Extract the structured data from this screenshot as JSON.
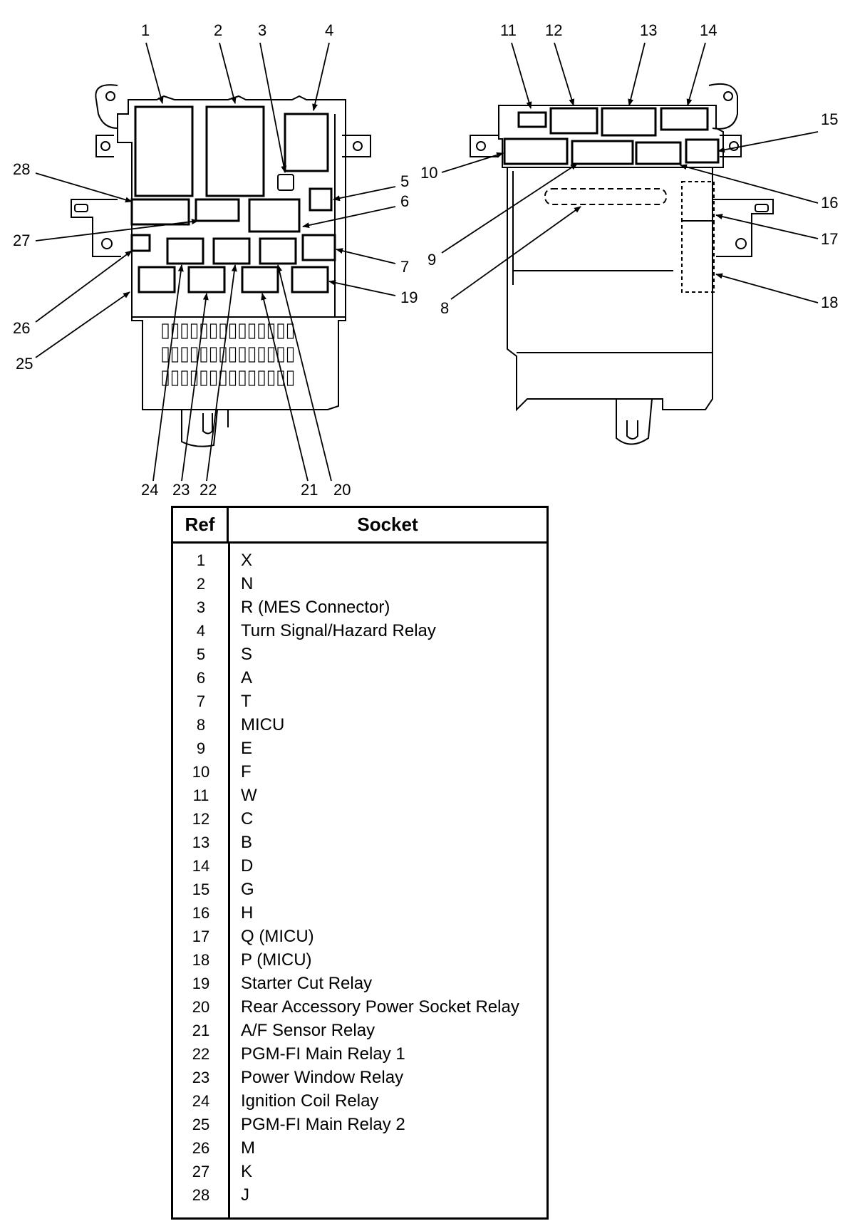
{
  "diagram": {
    "left_callouts": [
      "1",
      "2",
      "3",
      "4",
      "5",
      "6",
      "7",
      "19",
      "20",
      "21",
      "22",
      "23",
      "24",
      "25",
      "26",
      "27",
      "28"
    ],
    "right_callouts": [
      "8",
      "9",
      "10",
      "11",
      "12",
      "13",
      "14",
      "15",
      "16",
      "17",
      "18"
    ]
  },
  "table": {
    "header_ref": "Ref",
    "header_socket": "Socket",
    "rows": [
      {
        "ref": "1",
        "socket": "X"
      },
      {
        "ref": "2",
        "socket": "N"
      },
      {
        "ref": "3",
        "socket": "R (MES Connector)"
      },
      {
        "ref": "4",
        "socket": "Turn Signal/Hazard Relay"
      },
      {
        "ref": "5",
        "socket": "S"
      },
      {
        "ref": "6",
        "socket": "A"
      },
      {
        "ref": "7",
        "socket": "T"
      },
      {
        "ref": "8",
        "socket": "MICU"
      },
      {
        "ref": "9",
        "socket": "E"
      },
      {
        "ref": "10",
        "socket": "F"
      },
      {
        "ref": "11",
        "socket": "W"
      },
      {
        "ref": "12",
        "socket": "C"
      },
      {
        "ref": "13",
        "socket": "B"
      },
      {
        "ref": "14",
        "socket": "D"
      },
      {
        "ref": "15",
        "socket": "G"
      },
      {
        "ref": "16",
        "socket": "H"
      },
      {
        "ref": "17",
        "socket": "Q (MICU)"
      },
      {
        "ref": "18",
        "socket": "P (MICU)"
      },
      {
        "ref": "19",
        "socket": "Starter Cut Relay"
      },
      {
        "ref": "20",
        "socket": "Rear Accessory Power Socket Relay"
      },
      {
        "ref": "21",
        "socket": "A/F Sensor Relay"
      },
      {
        "ref": "22",
        "socket": "PGM-FI Main Relay 1"
      },
      {
        "ref": "23",
        "socket": "Power Window Relay"
      },
      {
        "ref": "24",
        "socket": "Ignition Coil Relay"
      },
      {
        "ref": "25",
        "socket": "PGM-FI Main Relay 2"
      },
      {
        "ref": "26",
        "socket": "M"
      },
      {
        "ref": "27",
        "socket": "K"
      },
      {
        "ref": "28",
        "socket": "J"
      }
    ]
  }
}
